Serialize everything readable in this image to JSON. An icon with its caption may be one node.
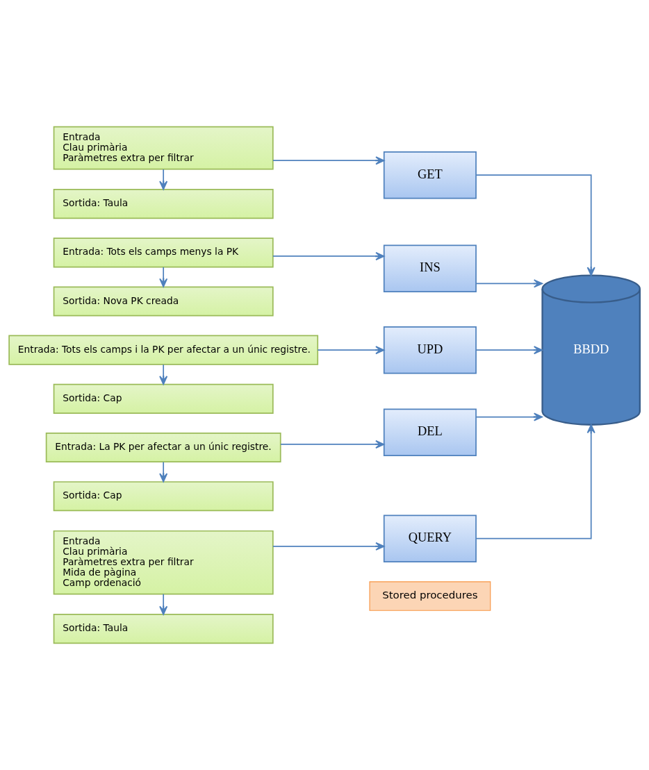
{
  "diagram": {
    "nodes": [
      {
        "text": [
          "Stored procedures"
        ]
      },
      {
        "text": [
          "Entrada",
          "Clau primària",
          "Paràmetres extra per filtrar"
        ]
      },
      {
        "text": [
          "Sortida: Taula"
        ]
      },
      {
        "text": [
          "GET"
        ]
      },
      {
        "text": [
          "Entrada: Tots els camps menys la PK"
        ]
      },
      {
        "text": [
          "Sortida: Nova PK creada"
        ]
      },
      {
        "text": [
          "INS"
        ]
      },
      {
        "text": [
          "Entrada: Tots els camps i la PK per afectar a un únic registre."
        ]
      },
      {
        "text": [
          "Sortida: Cap"
        ]
      },
      {
        "text": [
          "UPD"
        ]
      },
      {
        "text": [
          "Entrada: La PK per afectar a un únic registre."
        ]
      },
      {
        "text": [
          "Sortida: Cap"
        ]
      },
      {
        "text": [
          "DEL"
        ]
      },
      {
        "text": [
          "QUERY"
        ]
      },
      {
        "text": [
          "Entrada",
          "Clau primària",
          "Paràmetres extra per filtrar",
          "Mida de pàgina",
          "Camp ordenació"
        ]
      },
      {
        "text": [
          "Sortida: Taula"
        ]
      },
      {
        "text": [
          "BBDD"
        ]
      }
    ],
    "edges": [
      {
        "from": 1,
        "to": 3,
        "arrow": "to"
      },
      {
        "from": 1,
        "to": 2,
        "arrow": "to"
      },
      {
        "from": 3,
        "to": 16,
        "arrow": "to"
      },
      {
        "from": 4,
        "to": 6,
        "arrow": "to"
      },
      {
        "from": 4,
        "to": 5,
        "arrow": "to"
      },
      {
        "from": 6,
        "to": 16,
        "arrow": "to"
      },
      {
        "from": 7,
        "to": 9,
        "arrow": "to"
      },
      {
        "from": 7,
        "to": 8,
        "arrow": "to"
      },
      {
        "from": 9,
        "to": 16,
        "arrow": "to"
      },
      {
        "from": 10,
        "to": 12,
        "arrow": "to"
      },
      {
        "from": 10,
        "to": 11,
        "arrow": "to"
      },
      {
        "from": 12,
        "to": 16,
        "arrow": "to"
      },
      {
        "from": 14,
        "to": 13,
        "arrow": "to"
      },
      {
        "from": 14,
        "to": 15,
        "arrow": "to"
      },
      {
        "from": 13,
        "to": 16,
        "arrow": "to"
      }
    ]
  }
}
